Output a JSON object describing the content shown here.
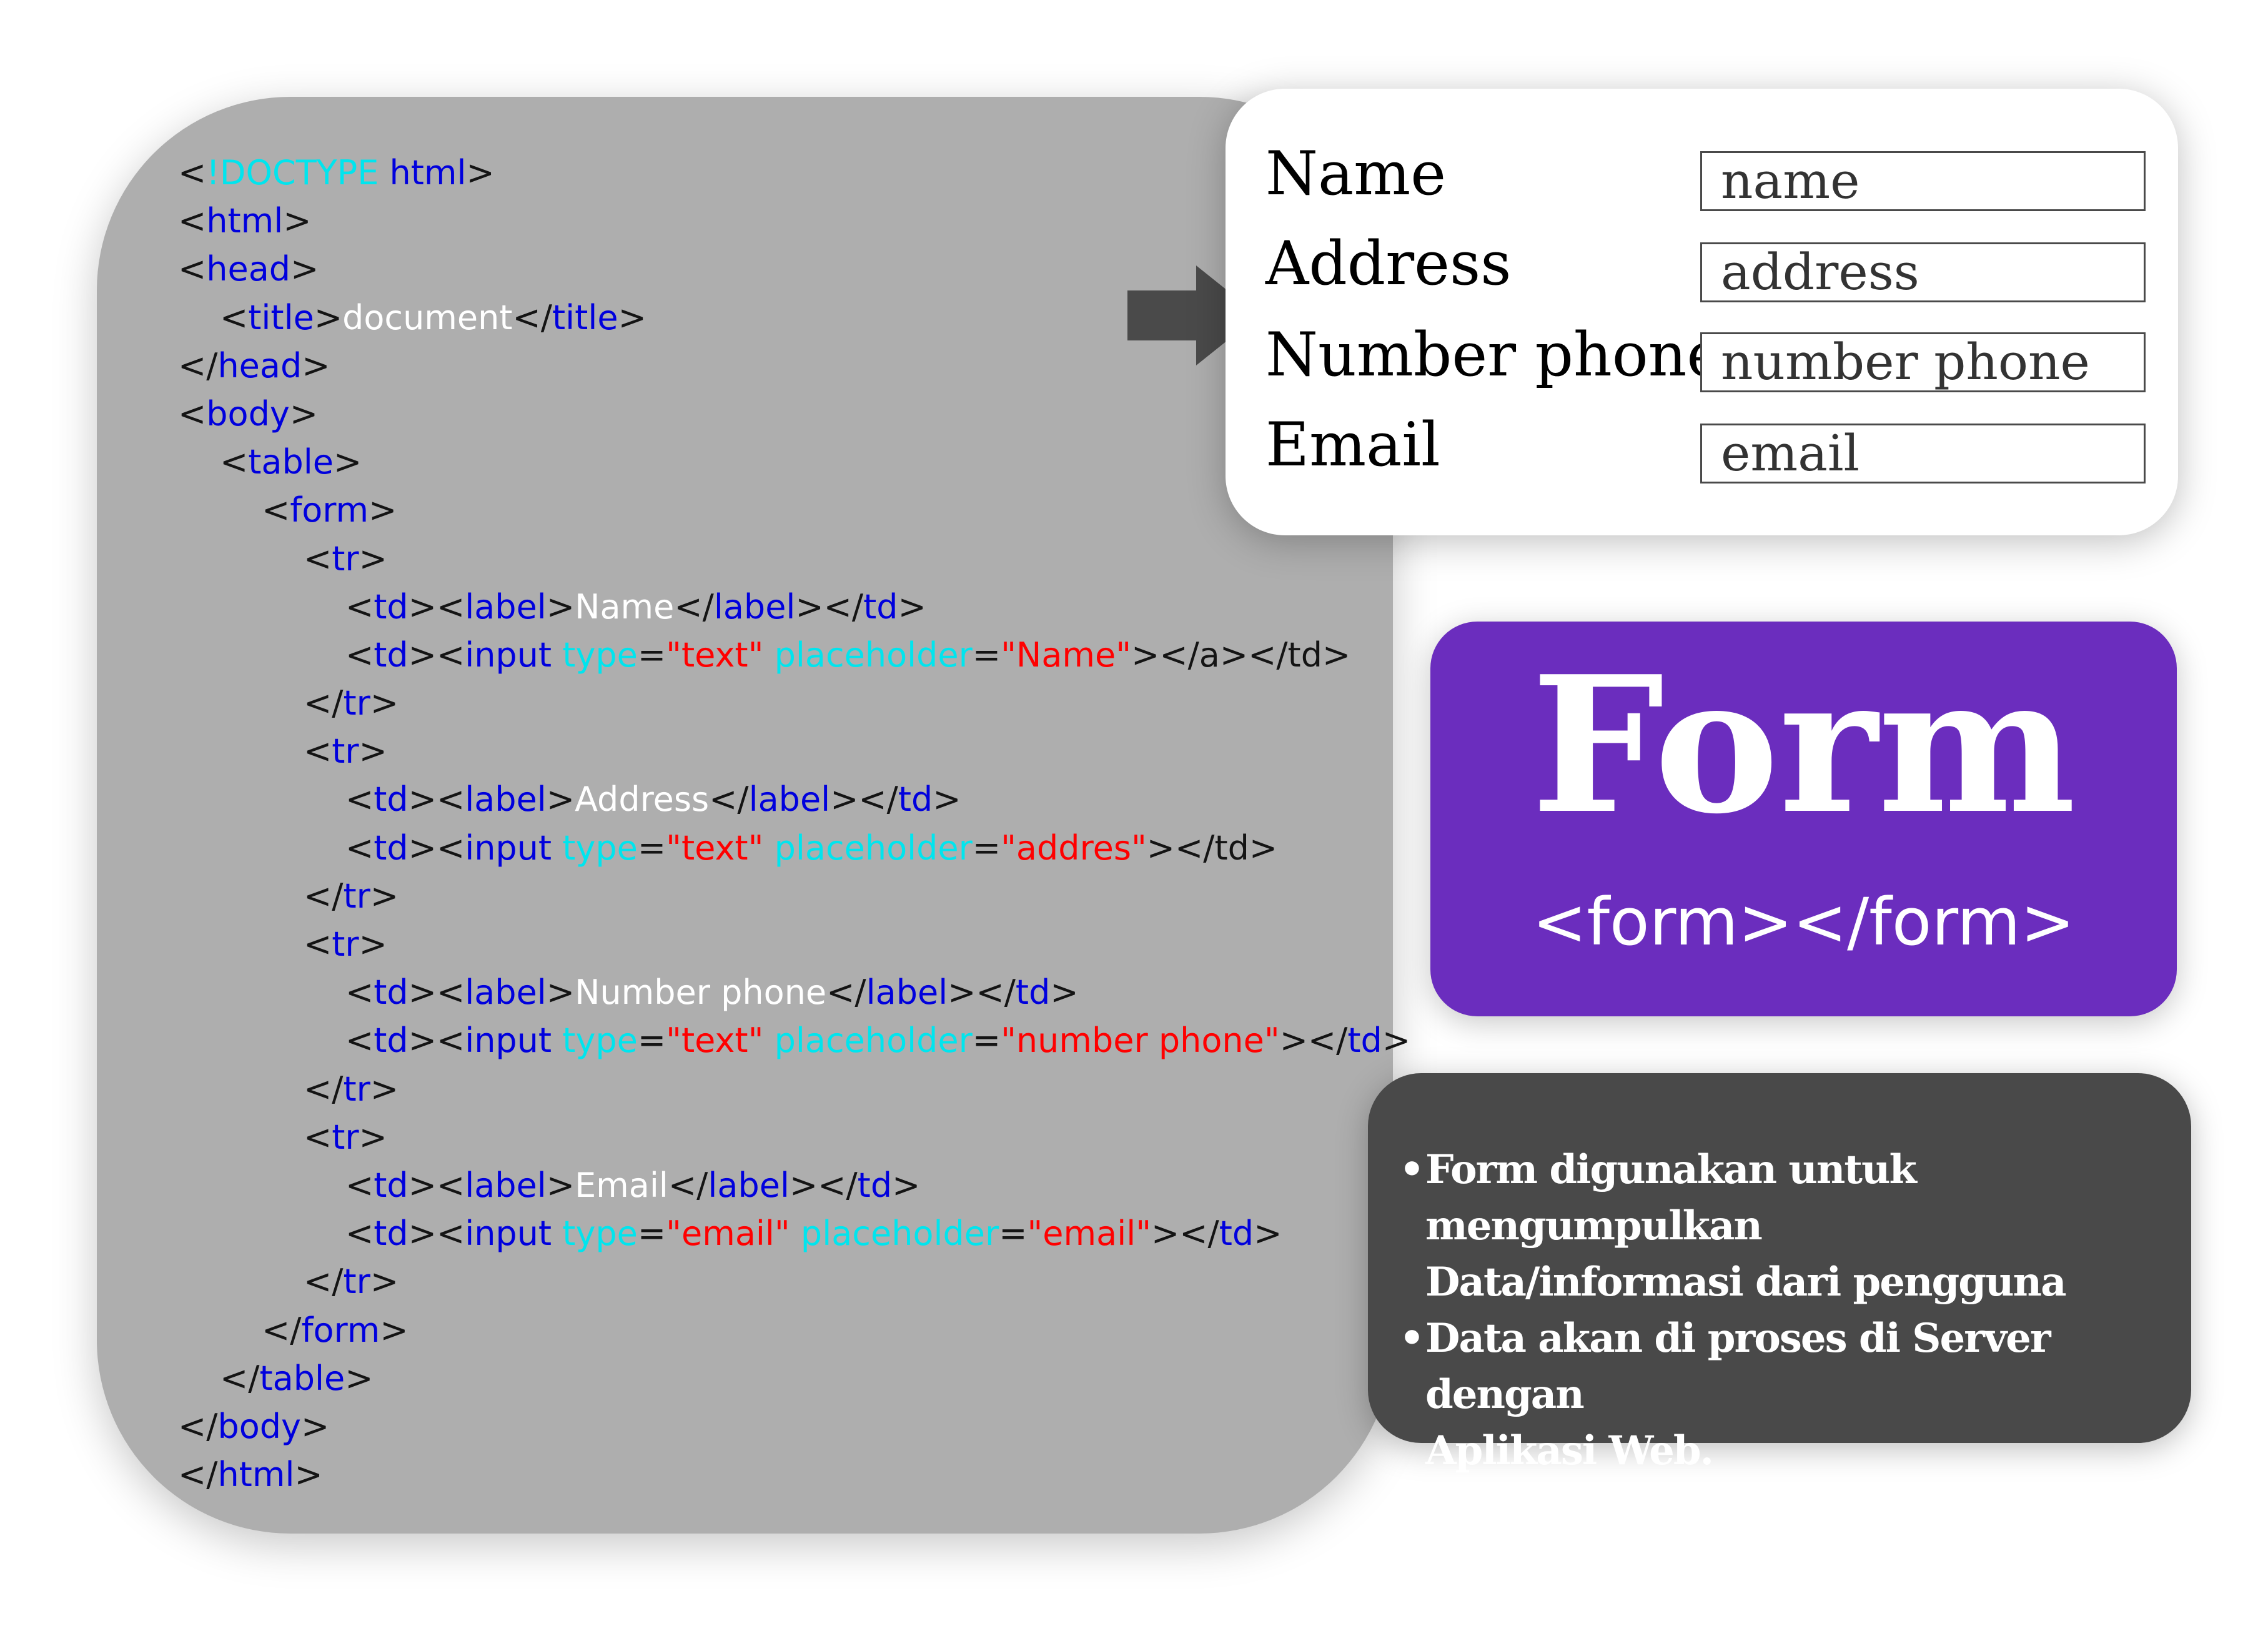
{
  "code": {
    "lines": [
      {
        "indent": 0,
        "tokens": [
          {
            "t": "<",
            "c": "punc"
          },
          {
            "t": "!DOCTYPE",
            "c": "attr"
          },
          {
            "t": " html",
            "c": "tag"
          },
          {
            "t": ">",
            "c": "punc"
          }
        ]
      },
      {
        "indent": 0,
        "tokens": [
          {
            "t": "<",
            "c": "punc"
          },
          {
            "t": "html",
            "c": "tag"
          },
          {
            "t": ">",
            "c": "punc"
          }
        ]
      },
      {
        "indent": 0,
        "tokens": [
          {
            "t": "<",
            "c": "punc"
          },
          {
            "t": "head",
            "c": "tag"
          },
          {
            "t": ">",
            "c": "punc"
          }
        ]
      },
      {
        "indent": 1,
        "tokens": [
          {
            "t": "<",
            "c": "punc"
          },
          {
            "t": "title",
            "c": "tag"
          },
          {
            "t": ">",
            "c": "punc"
          },
          {
            "t": "document",
            "c": "text"
          },
          {
            "t": "</",
            "c": "punc"
          },
          {
            "t": "title",
            "c": "tag"
          },
          {
            "t": ">",
            "c": "punc"
          }
        ]
      },
      {
        "indent": 0,
        "tokens": [
          {
            "t": "</",
            "c": "punc"
          },
          {
            "t": "head",
            "c": "tag"
          },
          {
            "t": ">",
            "c": "punc"
          }
        ]
      },
      {
        "indent": 0,
        "tokens": [
          {
            "t": "<",
            "c": "punc"
          },
          {
            "t": "body",
            "c": "tag"
          },
          {
            "t": ">",
            "c": "punc"
          }
        ]
      },
      {
        "indent": 1,
        "tokens": [
          {
            "t": "<",
            "c": "punc"
          },
          {
            "t": "table",
            "c": "tag"
          },
          {
            "t": ">",
            "c": "punc"
          }
        ]
      },
      {
        "indent": 2,
        "tokens": [
          {
            "t": "<",
            "c": "punc"
          },
          {
            "t": "form",
            "c": "tag"
          },
          {
            "t": ">",
            "c": "punc"
          }
        ]
      },
      {
        "indent": 3,
        "tokens": [
          {
            "t": "<",
            "c": "punc"
          },
          {
            "t": "tr",
            "c": "tag"
          },
          {
            "t": ">",
            "c": "punc"
          }
        ]
      },
      {
        "indent": 4,
        "tokens": [
          {
            "t": "<",
            "c": "punc"
          },
          {
            "t": "td",
            "c": "tag"
          },
          {
            "t": "><",
            "c": "punc"
          },
          {
            "t": "label",
            "c": "tag"
          },
          {
            "t": ">",
            "c": "punc"
          },
          {
            "t": "Name",
            "c": "text"
          },
          {
            "t": "</",
            "c": "punc"
          },
          {
            "t": "label",
            "c": "tag"
          },
          {
            "t": "></",
            "c": "punc"
          },
          {
            "t": "td",
            "c": "tag"
          },
          {
            "t": ">",
            "c": "punc"
          }
        ]
      },
      {
        "indent": 4,
        "tokens": [
          {
            "t": "<",
            "c": "punc"
          },
          {
            "t": "td",
            "c": "tag"
          },
          {
            "t": "><",
            "c": "punc"
          },
          {
            "t": "input",
            "c": "tag"
          },
          {
            "t": " type",
            "c": "attr"
          },
          {
            "t": "=",
            "c": "punc"
          },
          {
            "t": "\"text\"",
            "c": "str"
          },
          {
            "t": " placeholder",
            "c": "attr"
          },
          {
            "t": "=",
            "c": "punc"
          },
          {
            "t": "\"Name\"",
            "c": "str"
          },
          {
            "t": "></a></td>",
            "c": "punc"
          }
        ]
      },
      {
        "indent": 3,
        "tokens": [
          {
            "t": "</",
            "c": "punc"
          },
          {
            "t": "tr",
            "c": "tag"
          },
          {
            "t": ">",
            "c": "punc"
          }
        ]
      },
      {
        "indent": 3,
        "tokens": [
          {
            "t": "<",
            "c": "punc"
          },
          {
            "t": "tr",
            "c": "tag"
          },
          {
            "t": ">",
            "c": "punc"
          }
        ]
      },
      {
        "indent": 4,
        "tokens": [
          {
            "t": "<",
            "c": "punc"
          },
          {
            "t": "td",
            "c": "tag"
          },
          {
            "t": "><",
            "c": "punc"
          },
          {
            "t": "label",
            "c": "tag"
          },
          {
            "t": ">",
            "c": "punc"
          },
          {
            "t": "Address",
            "c": "text"
          },
          {
            "t": "</",
            "c": "punc"
          },
          {
            "t": "label",
            "c": "tag"
          },
          {
            "t": "></",
            "c": "punc"
          },
          {
            "t": "td",
            "c": "tag"
          },
          {
            "t": ">",
            "c": "punc"
          }
        ]
      },
      {
        "indent": 4,
        "tokens": [
          {
            "t": "<",
            "c": "punc"
          },
          {
            "t": "td",
            "c": "tag"
          },
          {
            "t": "><",
            "c": "punc"
          },
          {
            "t": "input",
            "c": "tag"
          },
          {
            "t": " type",
            "c": "attr"
          },
          {
            "t": "=",
            "c": "punc"
          },
          {
            "t": "\"text\"",
            "c": "str"
          },
          {
            "t": " placeholder",
            "c": "attr"
          },
          {
            "t": "=",
            "c": "punc"
          },
          {
            "t": "\"addres\"",
            "c": "str"
          },
          {
            "t": "></td>",
            "c": "punc"
          }
        ]
      },
      {
        "indent": 3,
        "tokens": [
          {
            "t": "</",
            "c": "punc"
          },
          {
            "t": "tr",
            "c": "tag"
          },
          {
            "t": ">",
            "c": "punc"
          }
        ]
      },
      {
        "indent": 3,
        "tokens": [
          {
            "t": "<",
            "c": "punc"
          },
          {
            "t": "tr",
            "c": "tag"
          },
          {
            "t": ">",
            "c": "punc"
          }
        ]
      },
      {
        "indent": 4,
        "tokens": [
          {
            "t": "<",
            "c": "punc"
          },
          {
            "t": "td",
            "c": "tag"
          },
          {
            "t": "><",
            "c": "punc"
          },
          {
            "t": "label",
            "c": "tag"
          },
          {
            "t": ">",
            "c": "punc"
          },
          {
            "t": "Number phone",
            "c": "text"
          },
          {
            "t": "</",
            "c": "punc"
          },
          {
            "t": "label",
            "c": "tag"
          },
          {
            "t": "></",
            "c": "punc"
          },
          {
            "t": "td",
            "c": "tag"
          },
          {
            "t": ">",
            "c": "punc"
          }
        ]
      },
      {
        "indent": 4,
        "tokens": [
          {
            "t": "<",
            "c": "punc"
          },
          {
            "t": "td",
            "c": "tag"
          },
          {
            "t": "><",
            "c": "punc"
          },
          {
            "t": "input",
            "c": "tag"
          },
          {
            "t": " type",
            "c": "attr"
          },
          {
            "t": "=",
            "c": "punc"
          },
          {
            "t": "\"text\"",
            "c": "str"
          },
          {
            "t": " placeholder",
            "c": "attr"
          },
          {
            "t": "=",
            "c": "punc"
          },
          {
            "t": "\"number phone\"",
            "c": "str"
          },
          {
            "t": "></",
            "c": "punc"
          },
          {
            "t": "td",
            "c": "tag"
          },
          {
            "t": ">",
            "c": "punc"
          }
        ]
      },
      {
        "indent": 3,
        "tokens": [
          {
            "t": "</",
            "c": "punc"
          },
          {
            "t": "tr",
            "c": "tag"
          },
          {
            "t": ">",
            "c": "punc"
          }
        ]
      },
      {
        "indent": 3,
        "tokens": [
          {
            "t": "<",
            "c": "punc"
          },
          {
            "t": "tr",
            "c": "tag"
          },
          {
            "t": ">",
            "c": "punc"
          }
        ]
      },
      {
        "indent": 4,
        "tokens": [
          {
            "t": "<",
            "c": "punc"
          },
          {
            "t": "td",
            "c": "tag"
          },
          {
            "t": "><",
            "c": "punc"
          },
          {
            "t": "label",
            "c": "tag"
          },
          {
            "t": ">",
            "c": "punc"
          },
          {
            "t": "Email",
            "c": "text"
          },
          {
            "t": "</",
            "c": "punc"
          },
          {
            "t": "label",
            "c": "tag"
          },
          {
            "t": "></",
            "c": "punc"
          },
          {
            "t": "td",
            "c": "tag"
          },
          {
            "t": ">",
            "c": "punc"
          }
        ]
      },
      {
        "indent": 4,
        "tokens": [
          {
            "t": "<",
            "c": "punc"
          },
          {
            "t": "td",
            "c": "tag"
          },
          {
            "t": "><",
            "c": "punc"
          },
          {
            "t": "input",
            "c": "tag"
          },
          {
            "t": " type",
            "c": "attr"
          },
          {
            "t": "=",
            "c": "punc"
          },
          {
            "t": "\"email\"",
            "c": "str"
          },
          {
            "t": " placeholder",
            "c": "attr"
          },
          {
            "t": "=",
            "c": "punc"
          },
          {
            "t": "\"email\"",
            "c": "str"
          },
          {
            "t": "></",
            "c": "punc"
          },
          {
            "t": "td",
            "c": "tag"
          },
          {
            "t": ">",
            "c": "punc"
          }
        ]
      },
      {
        "indent": 3,
        "tokens": [
          {
            "t": "</",
            "c": "punc"
          },
          {
            "t": "tr",
            "c": "tag"
          },
          {
            "t": ">",
            "c": "punc"
          }
        ]
      },
      {
        "indent": 2,
        "tokens": [
          {
            "t": "</",
            "c": "punc"
          },
          {
            "t": "form",
            "c": "tag"
          },
          {
            "t": ">",
            "c": "punc"
          }
        ]
      },
      {
        "indent": 1,
        "tokens": [
          {
            "t": "</",
            "c": "punc"
          },
          {
            "t": "table",
            "c": "tag"
          },
          {
            "t": ">",
            "c": "punc"
          }
        ]
      },
      {
        "indent": 0,
        "tokens": [
          {
            "t": "</",
            "c": "punc"
          },
          {
            "t": "body",
            "c": "tag"
          },
          {
            "t": ">",
            "c": "punc"
          }
        ]
      },
      {
        "indent": 0,
        "tokens": [
          {
            "t": "</",
            "c": "punc"
          },
          {
            "t": "html",
            "c": "tag"
          },
          {
            "t": ">",
            "c": "punc"
          }
        ]
      }
    ]
  },
  "preview": {
    "fields": [
      {
        "label": "Name",
        "placeholder": "name"
      },
      {
        "label": "Address",
        "placeholder": "address"
      },
      {
        "label": "Number phone",
        "placeholder": "number phone"
      },
      {
        "label": "Email",
        "placeholder": "email"
      }
    ]
  },
  "form_card": {
    "title": "Form",
    "tag": "<form></form>"
  },
  "info": {
    "bullet": "•",
    "items": [
      "Form digunakan untuk mengumpulkan\nData/informasi dari pengguna",
      "Data akan di proses di Server dengan\nAplikasi Web."
    ]
  },
  "colors": {
    "code_bg": "#aeaeae",
    "tag": "#0000dd",
    "attr": "#00e5ee",
    "string": "#ff0000",
    "text": "#ffffff",
    "punctuation": "#141414",
    "form_card_bg": "#6b2dbe",
    "info_bg": "#494949",
    "arrow": "#4a4a4a"
  }
}
